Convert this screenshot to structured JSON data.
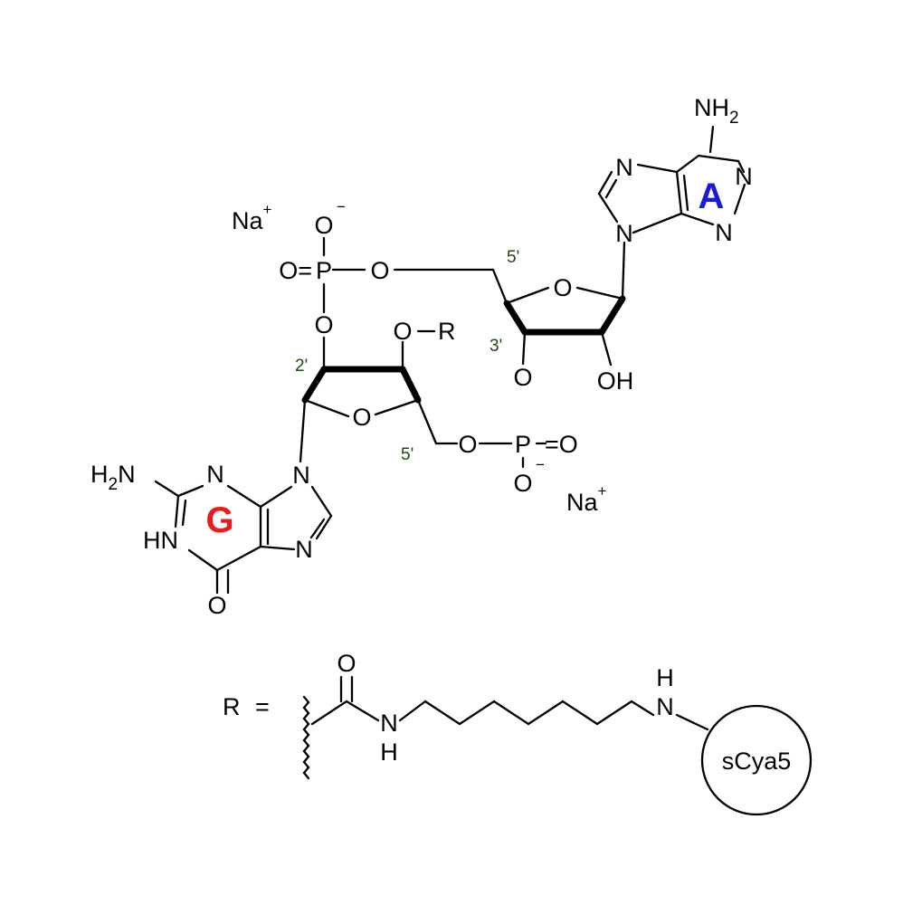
{
  "colors": {
    "bond": "#000000",
    "adenine_label": "#1a1adc",
    "guanine_label": "#e81c1c",
    "r_label": "#7a4a14",
    "prime_label": "#1f4a10"
  },
  "counterions": {
    "na_left": "Na",
    "na_right": "Na",
    "plus": "+"
  },
  "adenine": {
    "letter": "A",
    "nh2_n": "NH",
    "nh2_sub": "2",
    "n1": "N",
    "n3": "N",
    "n7": "N",
    "n9": "N"
  },
  "guanine": {
    "letter": "G",
    "h2n_h": "H",
    "h2n_sub": "2",
    "h2n_n": "N",
    "n3": "N",
    "hn": "HN",
    "carbonyl_o": "O",
    "n9": "N",
    "n7": "N"
  },
  "phosphate_top": {
    "o_minus": "O",
    "minus": "−",
    "o_eq": "O=",
    "p": "P",
    "o_bridge": "O",
    "o_down": "O"
  },
  "phosphate_bottom": {
    "o_bridge": "O",
    "p": "P",
    "eq_o": "=O",
    "o_minus": "O",
    "minus": "−"
  },
  "ribose_top": {
    "ring_o": "O",
    "oh": "OH",
    "o3": "O",
    "label_5p": "5'",
    "label_3p": "3'"
  },
  "ribose_bottom": {
    "ring_o": "O",
    "or_o": "O",
    "or_dash": "–",
    "or_r": "R",
    "label_2p": "2'",
    "label_5p": "5'"
  },
  "linker": {
    "r": "R",
    "eq": "=",
    "carbonyl_o": "O",
    "amide_n": "N",
    "amide_h": "H",
    "amine_h": "H",
    "amine_n": "N",
    "dye": "sCya5"
  }
}
